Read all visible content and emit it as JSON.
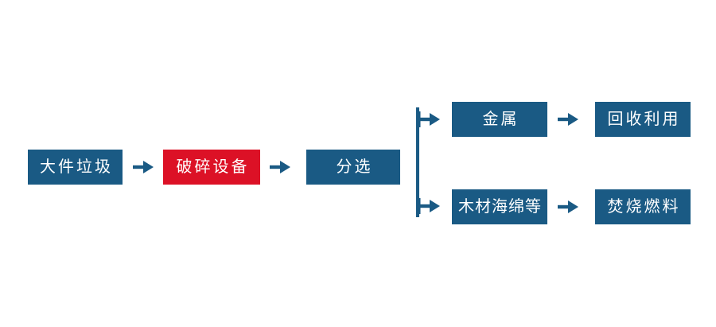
{
  "colors": {
    "box-blue": "#1a5a84",
    "box-red": "#dc1126",
    "arrow-blue": "#1a5a84",
    "text-on-box": "#ffffff",
    "page-bg": "#ffffff"
  },
  "icons": {
    "arrow_right": "right-arrow",
    "arrow_from_bar": "right-arrow-from-bar",
    "branch_connector": "vertical-branch-line"
  },
  "flowchart": {
    "nodes": {
      "bulky_waste": "大件垃圾",
      "crushing_equipment": "破碎设备",
      "sorting": "分选",
      "metal": "金属",
      "wood_sponge_etc": "木材海绵等",
      "recycling": "回收利用",
      "incineration_fuel": "焚烧燃料"
    }
  }
}
